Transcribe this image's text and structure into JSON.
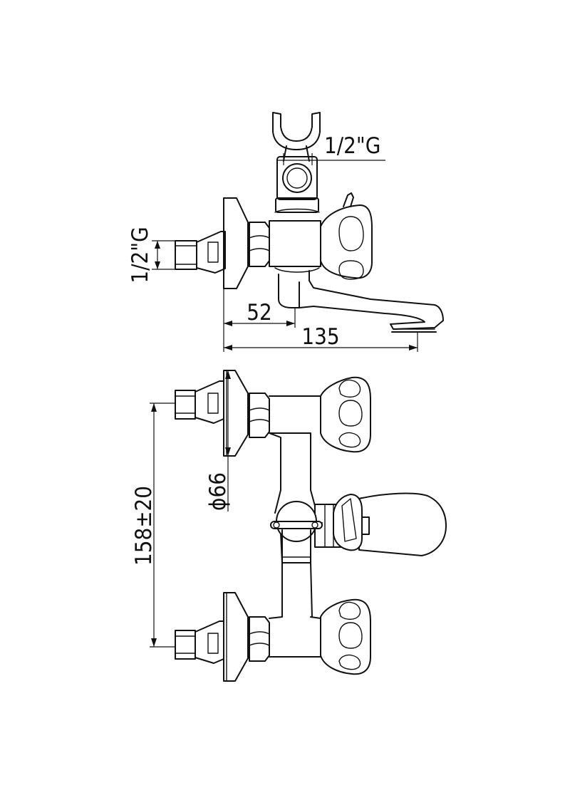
{
  "dimensions": {
    "shower_connection": "1/2\"G",
    "inlet_connection": "1/2\"G",
    "spout_offset": "52",
    "overall_length": "135",
    "center_distance": "158±20",
    "flange_diameter": "ϕ66"
  }
}
